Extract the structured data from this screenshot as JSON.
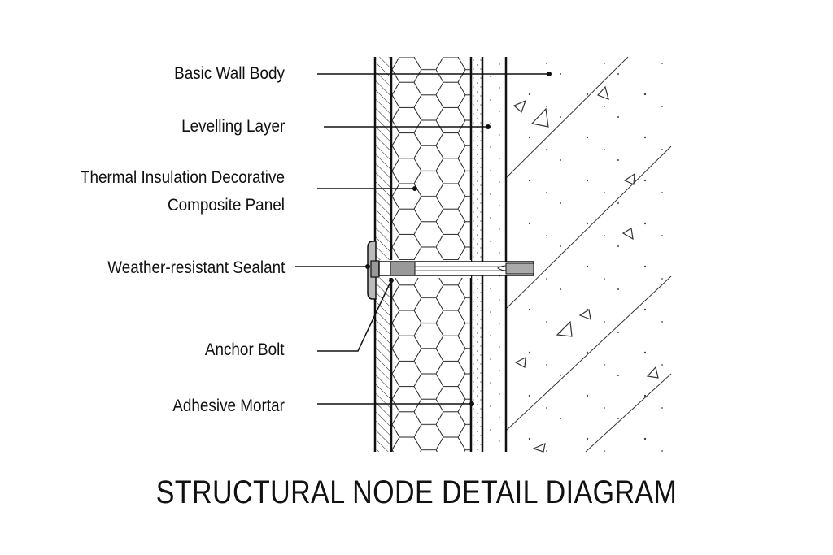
{
  "title": "STRUCTURAL NODE DETAIL DIAGRAM",
  "labels": {
    "basic_wall_body": "Basic Wall Body",
    "levelling_layer": "Levelling Layer",
    "thermal_line1": "Thermal Insulation Decorative",
    "thermal_line2": "Composite Panel",
    "sealant": "Weather-resistant Sealant",
    "anchor_bolt": "Anchor Bolt",
    "adhesive_mortar": "Adhesive Mortar"
  }
}
